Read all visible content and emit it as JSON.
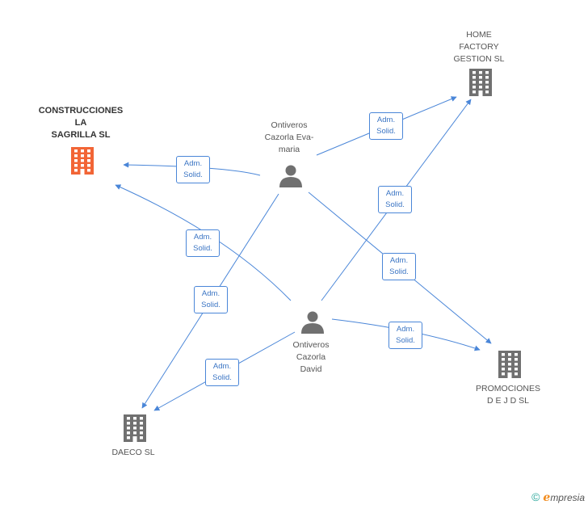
{
  "colors": {
    "edge": "#4a86d8",
    "company": "#707070",
    "company_main": "#f26536",
    "person": "#707070"
  },
  "nodes": [
    {
      "id": "construcciones",
      "type": "company",
      "main": true,
      "label": "CONSTRUCCIONES\nLA\nSAGRILLA SL",
      "icon": "building-icon"
    },
    {
      "id": "home",
      "type": "company",
      "label": "HOME\nFACTORY\nGESTION SL",
      "icon": "building-icon"
    },
    {
      "id": "promociones",
      "type": "company",
      "label": "PROMOCIONES\nD E J D SL",
      "icon": "building-icon"
    },
    {
      "id": "daeco",
      "type": "company",
      "label": "DAECO SL",
      "icon": "building-icon"
    },
    {
      "id": "eva",
      "type": "person",
      "label": "Ontiveros\nCazorla Eva-\nmaria",
      "icon": "person-icon"
    },
    {
      "id": "david",
      "type": "person",
      "label": "Ontiveros\nCazorla\nDavid",
      "icon": "person-icon"
    }
  ],
  "edges": [
    {
      "from": "eva",
      "to": "construcciones",
      "label": "Adm.\nSolid."
    },
    {
      "from": "eva",
      "to": "home",
      "label": "Adm.\nSolid."
    },
    {
      "from": "eva",
      "to": "promociones",
      "label": "Adm.\nSolid."
    },
    {
      "from": "eva",
      "to": "daeco",
      "label": "Adm.\nSolid."
    },
    {
      "from": "david",
      "to": "construcciones",
      "label": "Adm.\nSolid."
    },
    {
      "from": "david",
      "to": "home",
      "label": "Adm.\nSolid."
    },
    {
      "from": "david",
      "to": "promociones",
      "label": "Adm.\nSolid."
    },
    {
      "from": "david",
      "to": "daeco",
      "label": "Adm.\nSolid."
    }
  ],
  "footer": {
    "symbol": "©",
    "brand_initial": "e",
    "brand_rest": "mpresia"
  }
}
